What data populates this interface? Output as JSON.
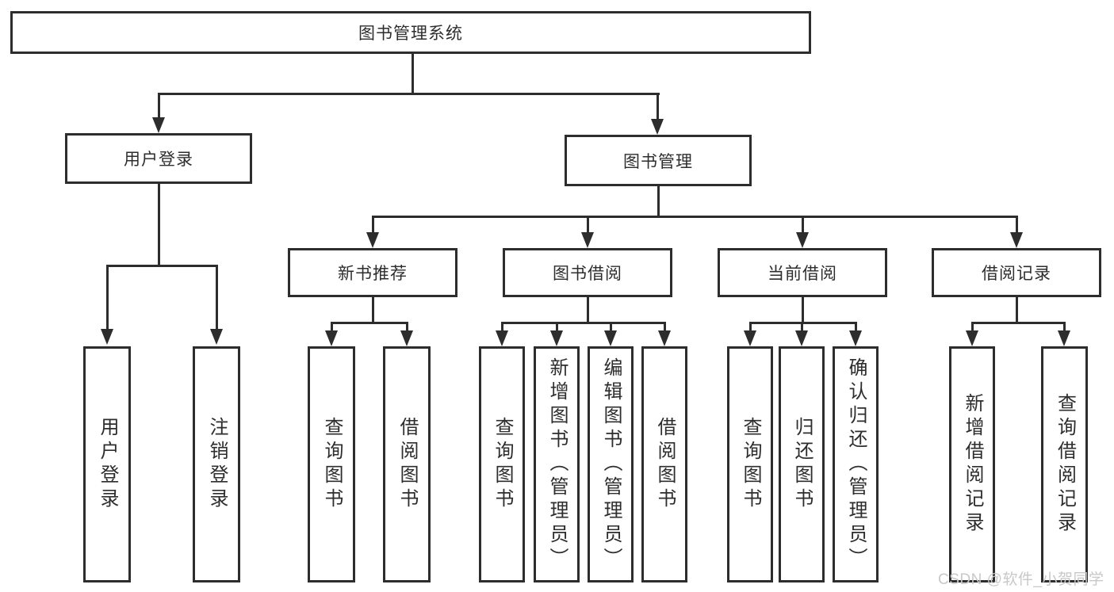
{
  "colors": {
    "line": "#2d2d2d",
    "text": "#2d2d2d",
    "background": "#ffffff",
    "watermark": "#c8c8c8"
  },
  "watermark": "CSDN @软件_小贺同学",
  "tree": {
    "root": "图书管理系统",
    "branches": [
      {
        "label": "用户登录",
        "children": [
          "用户登录",
          "注销登录"
        ]
      },
      {
        "label": "图书管理",
        "groups": [
          {
            "label": "新书推荐",
            "children": [
              "查询图书",
              "借阅图书"
            ]
          },
          {
            "label": "图书借阅",
            "children": [
              "查询图书",
              "新增图书（管理员）",
              "编辑图书（管理员）",
              "借阅图书"
            ]
          },
          {
            "label": "当前借阅",
            "children": [
              "查询图书",
              "归还图书",
              "确认归还（管理员）"
            ]
          },
          {
            "label": "借阅记录",
            "children": [
              "新增借阅记录",
              "查询借阅记录"
            ]
          }
        ]
      }
    ]
  }
}
